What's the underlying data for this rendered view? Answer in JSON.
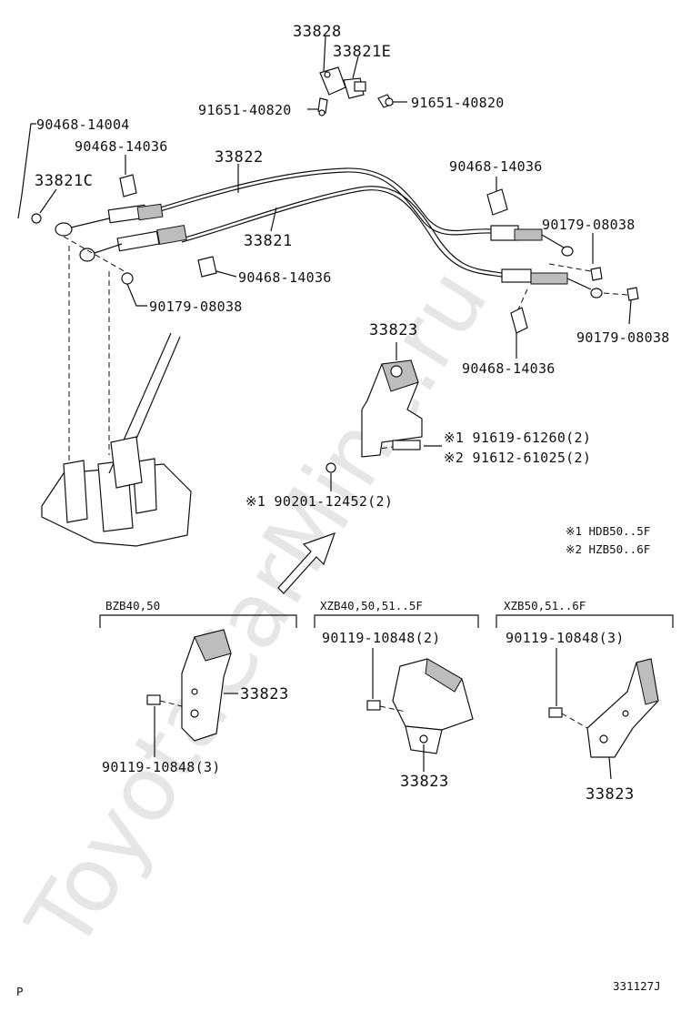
{
  "watermark": "ToyotaCarMine.ru",
  "main": {
    "lbl_33828": "33828",
    "lbl_33821E": "33821E",
    "lbl_91651_a": "91651-40820",
    "lbl_91651_b": "91651-40820",
    "lbl_90468_14004": "90468-14004",
    "lbl_90468_a": "90468-14036",
    "lbl_33821C": "33821C",
    "lbl_33822": "33822",
    "lbl_33821": "33821",
    "lbl_90468_b": "90468-14036",
    "lbl_90468_c": "90468-14036",
    "lbl_90468_d": "90468-14036",
    "lbl_90179_a": "90179-08038",
    "lbl_90179_b": "90179-08038",
    "lbl_90179_c": "90179-08038",
    "lbl_33823": "33823",
    "lbl_91619": "※1  91619-61260(2)",
    "lbl_91612": "※2  91612-61025(2)",
    "lbl_90201": "※1  90201-12452(2)"
  },
  "notes": {
    "note1": "※1 HDB50..5F",
    "note2": "※2 HZB50..6F"
  },
  "variants": [
    {
      "header": "BZB40,50",
      "bolt": "90119-10848(3)",
      "part": "33823"
    },
    {
      "header": "XZB40,50,51..5F",
      "bolt": "90119-10848(2)",
      "part": "33823"
    },
    {
      "header": "XZB50,51..6F",
      "bolt": "90119-10848(3)",
      "part": "33823"
    }
  ],
  "footer": {
    "left": "P",
    "right": "331127J"
  }
}
